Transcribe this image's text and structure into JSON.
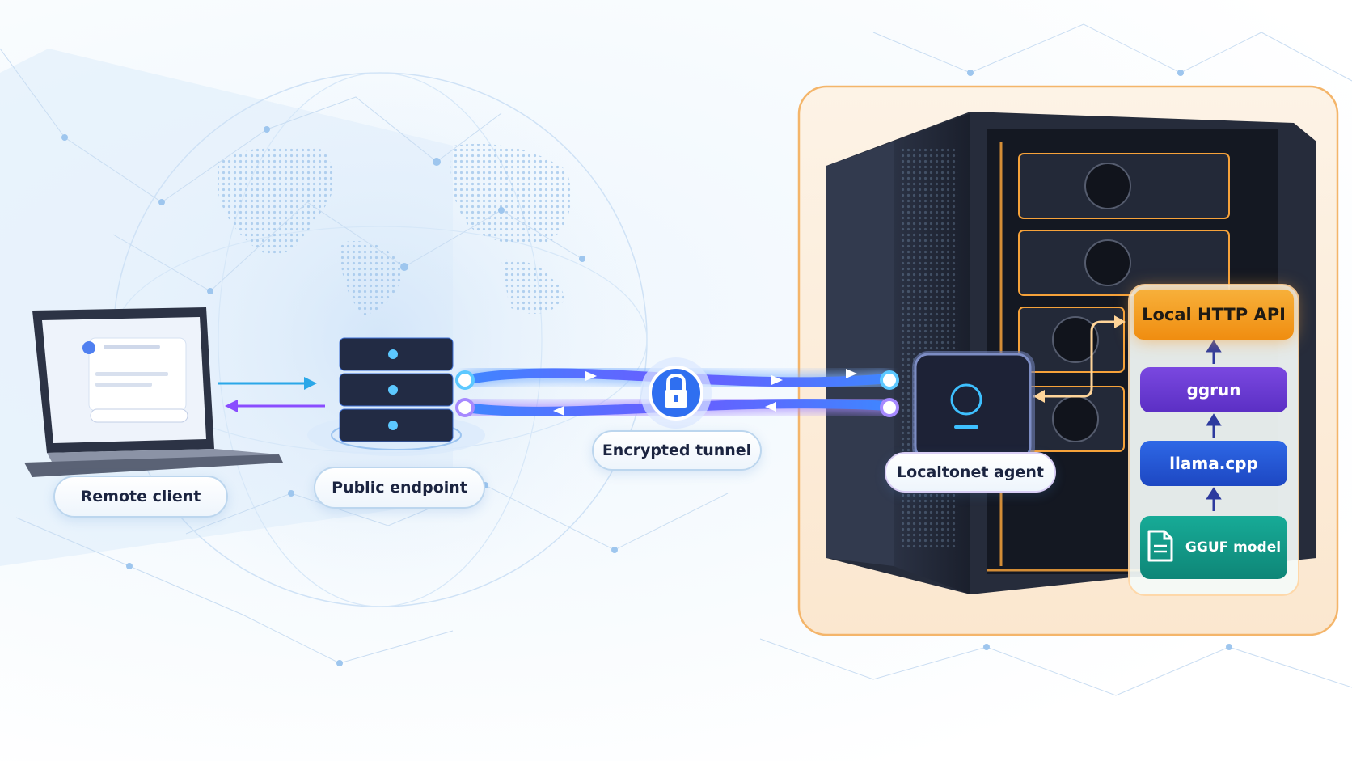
{
  "nodes": {
    "remote_client": "Remote client",
    "public_endpoint": "Public endpoint",
    "encrypted_tunnel": "Encrypted tunnel",
    "agent": "Localtonet agent"
  },
  "stack": {
    "api": "Local HTTP API",
    "ggrun": "ggrun",
    "llama": "llama.cpp",
    "model": "GGUF model"
  },
  "colors": {
    "api": "#f59e1b",
    "ggrun": "#6c3bd4",
    "llama": "#2459d6",
    "model": "#139c8c",
    "tunnel_outbound": "#3f86ff",
    "tunnel_return": "#8a4dff",
    "accent_orange": "#f6a23a"
  },
  "icons": [
    "laptop-icon",
    "server-icon",
    "lock-icon",
    "agent-icon",
    "document-icon",
    "gpu-fan-icon"
  ]
}
